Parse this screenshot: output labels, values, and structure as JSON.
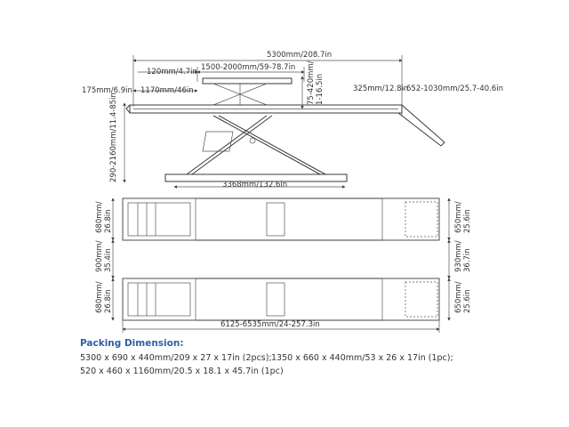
{
  "side_view": {
    "overall_length": "5300mm/208.7in",
    "ramp_gap": "120mm/4.7in",
    "travel": "1500-2000mm/59-78.7in",
    "lift_height_small": "75-420mm/\n1-16.5in",
    "lowered_height": "175mm/6.9in",
    "front_offset": "1170mm/46in",
    "rear_offset": "325mm/12.8in",
    "extension": "652-1030mm/25.7-40.6in",
    "max_height": "290-2160mm/11.4-85in",
    "base_length": "3368mm/132.6in"
  },
  "top_view": {
    "platform_width_left_top": "680mm/\n26.8in",
    "gap_left": "900mm/\n35.4in",
    "platform_width_left_bottom": "680mm/\n26.8in",
    "platform_width_right_top": "650mm/\n25.6in",
    "gap_right": "930mm/\n36.7in",
    "platform_width_right_bottom": "650mm/\n25.6in",
    "total_length": "6125-6535mm/24-257.3in"
  },
  "packing": {
    "title": "Packing Dimension:",
    "line1a": "5300 x 690 x 440mm/209 x 27 x 17in (2pcs);",
    "line1b": "1350 x 660 x 440mm/53 x 26 x 17in (1pc);",
    "line2": "520 x 460 x 1160mm/20.5 x 18.1 x 45.7in (1pc)"
  }
}
